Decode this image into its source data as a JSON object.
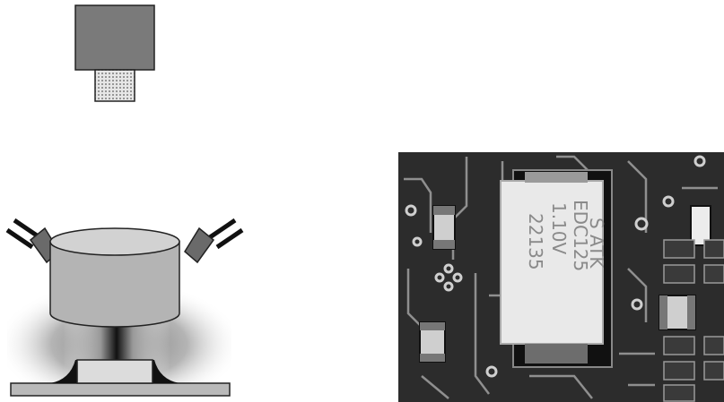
{
  "diagram": {
    "camera": {
      "icon": "camera-icon",
      "body_color": "#7a7a7a",
      "lens_color": "#c8c8c8"
    },
    "illuminator": {
      "icon": "ring-light-icon",
      "dome_color": "#b4b4b4",
      "top_color": "#d2d2d2",
      "lamp_color": "#6a6a6a"
    },
    "part": {
      "component_color": "#dcdcdc",
      "board_color": "#b9b9b9"
    }
  },
  "photo": {
    "main_component_text": [
      "EDC125",
      "S ATK",
      "1.10V",
      "22135"
    ],
    "board_color": "#2c2c2c",
    "trace_color": "#8f8f8f"
  }
}
